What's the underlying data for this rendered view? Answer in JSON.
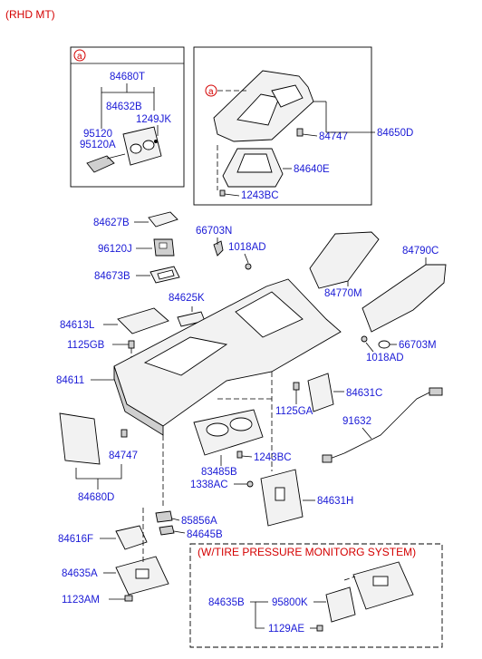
{
  "title": "(RHD MT)",
  "callout_marker": "a",
  "inset_box": {
    "parts": [
      "84680T",
      "84632B",
      "1249JK",
      "95120",
      "95120A"
    ]
  },
  "shift_box": {
    "parts": [
      "84747",
      "84650D",
      "84640E",
      "1243BC"
    ]
  },
  "main_parts": {
    "p84627B": "84627B",
    "p66703N": "66703N",
    "p96120J": "96120J",
    "p1018AD_top": "1018AD",
    "p84790C": "84790C",
    "p84673B": "84673B",
    "p84770M": "84770M",
    "p84625K": "84625K",
    "p84613L": "84613L",
    "p1125GB": "1125GB",
    "p66703M": "66703M",
    "p1018AD_bot": "1018AD",
    "p84611": "84611",
    "p84631C": "84631C",
    "p1125GA": "1125GA",
    "p91632": "91632",
    "p84747": "84747",
    "p1243BC": "1243BC",
    "p83485B": "83485B",
    "p1338AC": "1338AC",
    "p84631H": "84631H",
    "p84680D": "84680D",
    "p85856A": "85856A",
    "p84645B": "84645B",
    "p84616F": "84616F",
    "p84635A": "84635A",
    "p1123AM": "1123AM"
  },
  "tpms_box": {
    "caption": "(W/TIRE PRESSURE  MONITORG SYSTEM)",
    "parts": [
      "84635B",
      "95800K",
      "1129AE"
    ]
  }
}
